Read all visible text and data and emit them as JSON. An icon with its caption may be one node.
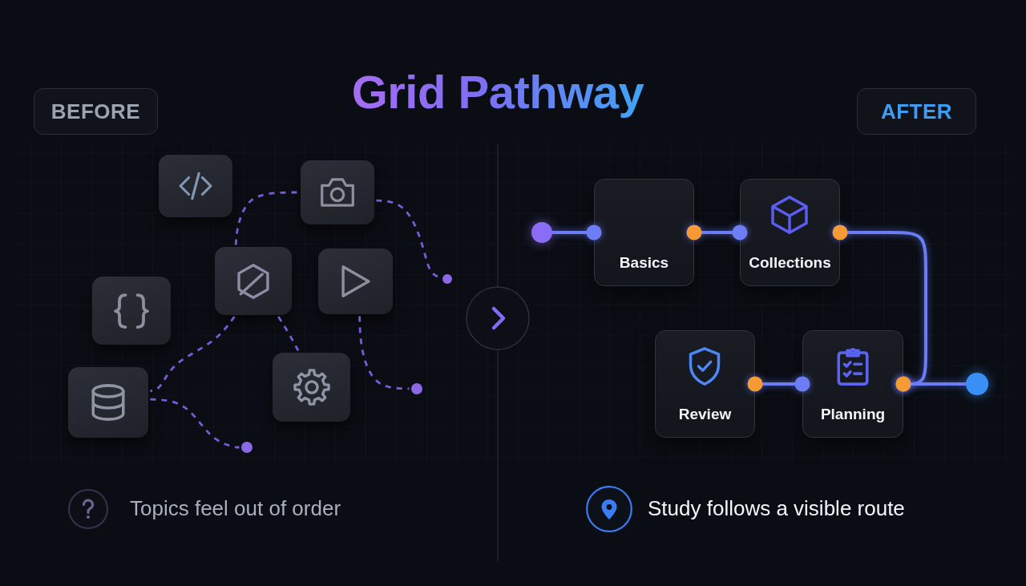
{
  "diagram": {
    "title": "Grid Pathway",
    "nodes": [
      {
        "text": [
          "BEFORE"
        ]
      },
      {
        "text": [
          "AFTER"
        ]
      },
      {
        "text": [],
        "shape": "box"
      },
      {
        "text": [],
        "shape": "box"
      },
      {
        "text": [],
        "shape": "box"
      },
      {
        "text": [],
        "shape": "box"
      },
      {
        "text": [],
        "shape": "box"
      },
      {
        "text": [],
        "shape": "circle"
      },
      {
        "text": [],
        "shape": "box"
      },
      {
        "text": [],
        "shape": "circle"
      },
      {
        "text": [],
        "shape": "box"
      },
      {
        "text": [],
        "shape": "circle"
      },
      {
        "text": [],
        "shape": "circle"
      },
      {
        "text": [
          "Basics"
        ]
      },
      {
        "text": [
          "Collections"
        ]
      },
      {
        "text": [
          "Review"
        ]
      },
      {
        "text": [
          "Planning"
        ]
      },
      {
        "text": [],
        "shape": "circle"
      }
    ],
    "edges": [
      {
        "from": 5,
        "to": 3,
        "arrow": "none",
        "style": "dashed",
        "color": "#7a5bd6"
      },
      {
        "from": 3,
        "to": 7,
        "arrow": "none",
        "style": "dashed",
        "color": "#7a5bd6"
      },
      {
        "from": 6,
        "to": 9,
        "arrow": "none",
        "style": "dashed",
        "color": "#7a5bd6"
      },
      {
        "from": 5,
        "to": 8,
        "arrow": "none",
        "style": "dashed",
        "color": "#7a5bd6"
      },
      {
        "from": 5,
        "to": 10,
        "arrow": "none",
        "style": "dashed",
        "color": "#7a5bd6"
      },
      {
        "from": 10,
        "to": 11,
        "arrow": "none",
        "style": "dashed",
        "color": "#7a5bd6"
      },
      {
        "from": 12,
        "to": 13,
        "arrow": "other"
      },
      {
        "from": 13,
        "to": 14,
        "arrow": "other"
      },
      {
        "from": 14,
        "to": 16,
        "arrow": "other"
      },
      {
        "from": 15,
        "to": 16,
        "arrow": "other"
      },
      {
        "from": 16,
        "to": 17,
        "arrow": "other"
      }
    ],
    "labels": [
      "Topics feel out of order",
      "Study follows a visible route"
    ]
  }
}
